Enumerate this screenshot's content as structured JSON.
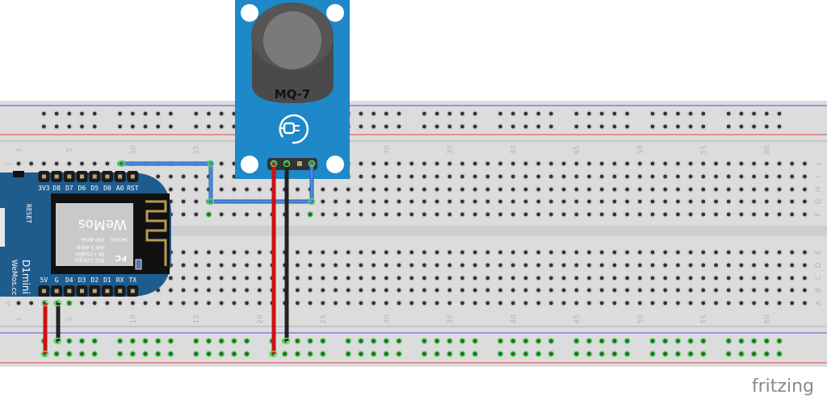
{
  "breadboard": {
    "row_letters_top": [
      "J",
      "I",
      "H",
      "G",
      "F"
    ],
    "row_letters_bottom": [
      "E",
      "D",
      "C",
      "B",
      "A"
    ],
    "column_numbers": [
      "1",
      "5",
      "10",
      "15",
      "20",
      "25",
      "30",
      "35",
      "40",
      "45",
      "50",
      "55",
      "60"
    ],
    "colors": {
      "body": "#dcdcdc",
      "channel": "#cfcfcf",
      "rail_red": "#e84a4a",
      "rail_blue": "#4a4ae8",
      "hole": "#333333",
      "hole_active": "#5fd35f"
    }
  },
  "wemos": {
    "top_pins": [
      "3V3",
      "D8",
      "D7",
      "D6",
      "D5",
      "D0",
      "A0",
      "RST"
    ],
    "bottom_pins": [
      "5V",
      "G",
      "D4",
      "D3",
      "D2",
      "D1",
      "RX",
      "TX"
    ],
    "reset_label": "RESET",
    "board_name": "D1mini",
    "brand_url": "WeMos.cc",
    "module": {
      "brand": "WeMos",
      "model_label": "MODEL",
      "model": "ESP-8266",
      "band": "ISM 2.4GHz",
      "power": "PA +25dBm",
      "protocol": "802.11b/g/n",
      "cert": "FC"
    },
    "color": "#1f5c8e"
  },
  "sensor": {
    "label": "MQ-7",
    "color": "#1e88c8",
    "icon": "power-plug-icon"
  },
  "wires": [
    {
      "name": "blue-signal-wire",
      "color": "#3a7fd5"
    },
    {
      "name": "red-power-wire-sensor",
      "color": "#cc1111"
    },
    {
      "name": "black-ground-wire-sensor",
      "color": "#222222"
    },
    {
      "name": "red-power-wire-board",
      "color": "#cc1111"
    },
    {
      "name": "black-ground-wire-board",
      "color": "#222222"
    }
  ],
  "watermark": "fritzing"
}
